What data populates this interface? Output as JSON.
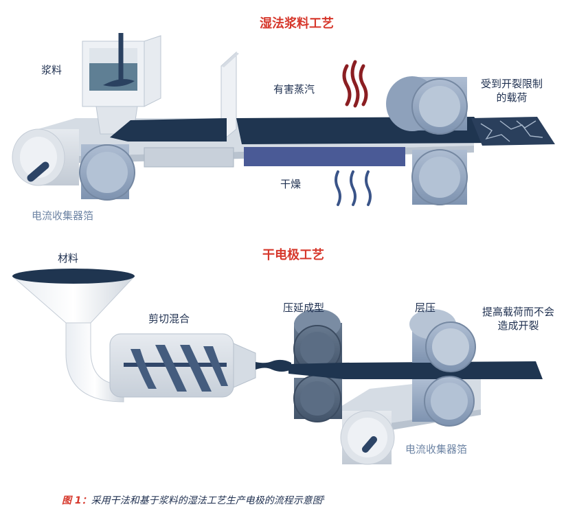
{
  "wet_process": {
    "title": "湿法浆料工艺",
    "slurry_label": "浆料",
    "vapor_label": "有害蒸汽",
    "crack_label": [
      "受到开裂限制",
      "的载荷"
    ],
    "drying_label": "干燥",
    "foil_label": "电流收集器箔"
  },
  "dry_process": {
    "title": "干电极工艺",
    "material_label": "材料",
    "mixing_label": "剪切混合",
    "calender_label": "压延成型",
    "lamination_label": "层压",
    "no_crack_label": [
      "提高载荷而不会",
      "造成开裂"
    ],
    "foil_label": "电流收集器箔"
  },
  "caption": {
    "prefix": "图 1：",
    "text": "采用干法和基于浆料的湿法工艺生产电极的流程示意图",
    "superscript": "1"
  },
  "colors": {
    "title_red": "#d6372b",
    "navy": "#1e2f4f",
    "electrode_dark": "#1f3550",
    "roller_blue": "#93a6c0",
    "roller_dark": "#4f6278",
    "vapor_red": "#8b1e22",
    "dryer_blue": "#4a5a96",
    "label_gray": "#6d84a4"
  }
}
